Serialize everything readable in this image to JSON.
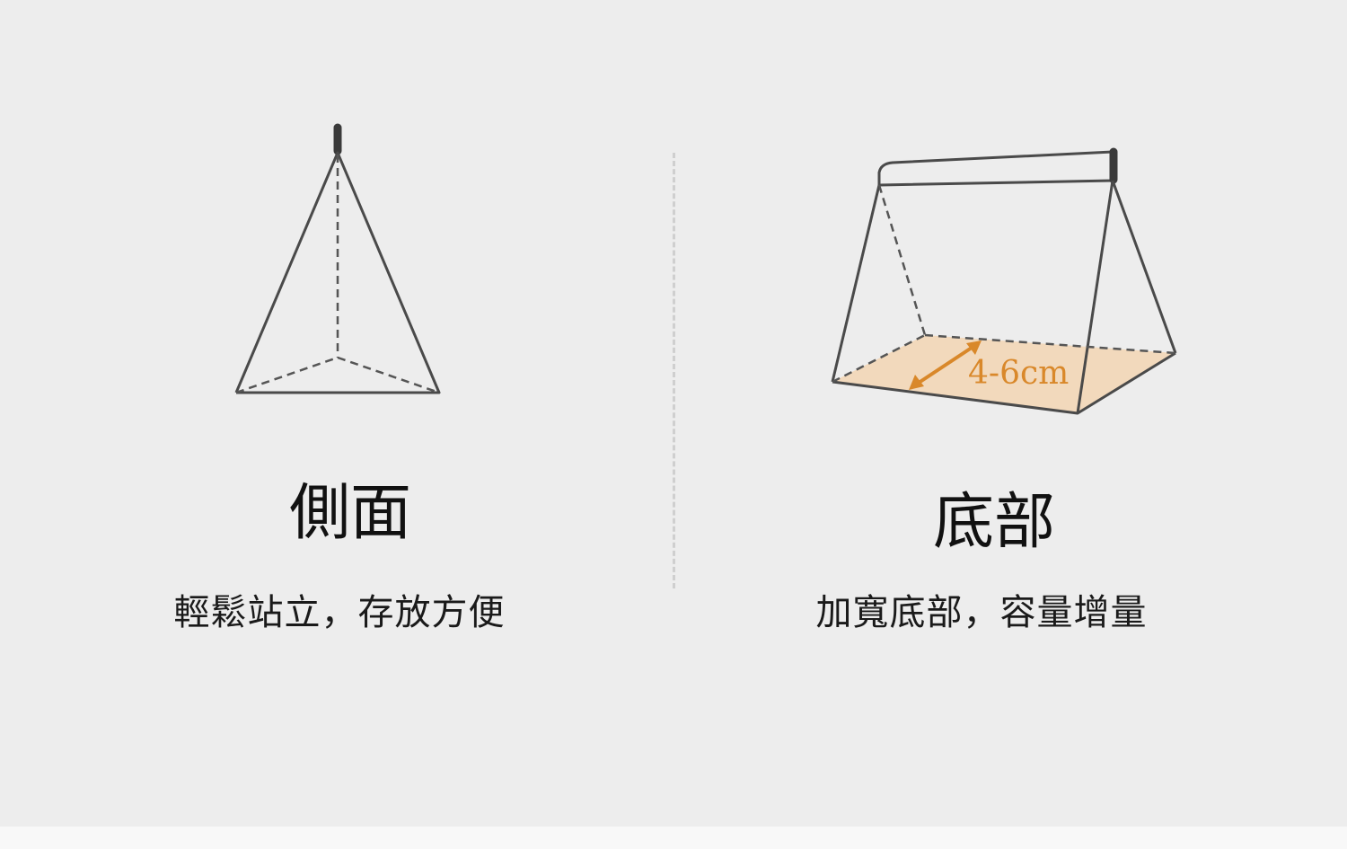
{
  "panels": {
    "side": {
      "title": "側面",
      "caption": "輕鬆站立，存放方便"
    },
    "bottom": {
      "title": "底部",
      "caption": "加寬底部，容量增量",
      "dimension_label": "4-6cm"
    }
  },
  "colors": {
    "background": "#ededed",
    "line": "#4a4a4a",
    "base_fill": "#f2d9bc",
    "dimension_accent": "#d9882a",
    "divider": "#cfcfcf"
  }
}
